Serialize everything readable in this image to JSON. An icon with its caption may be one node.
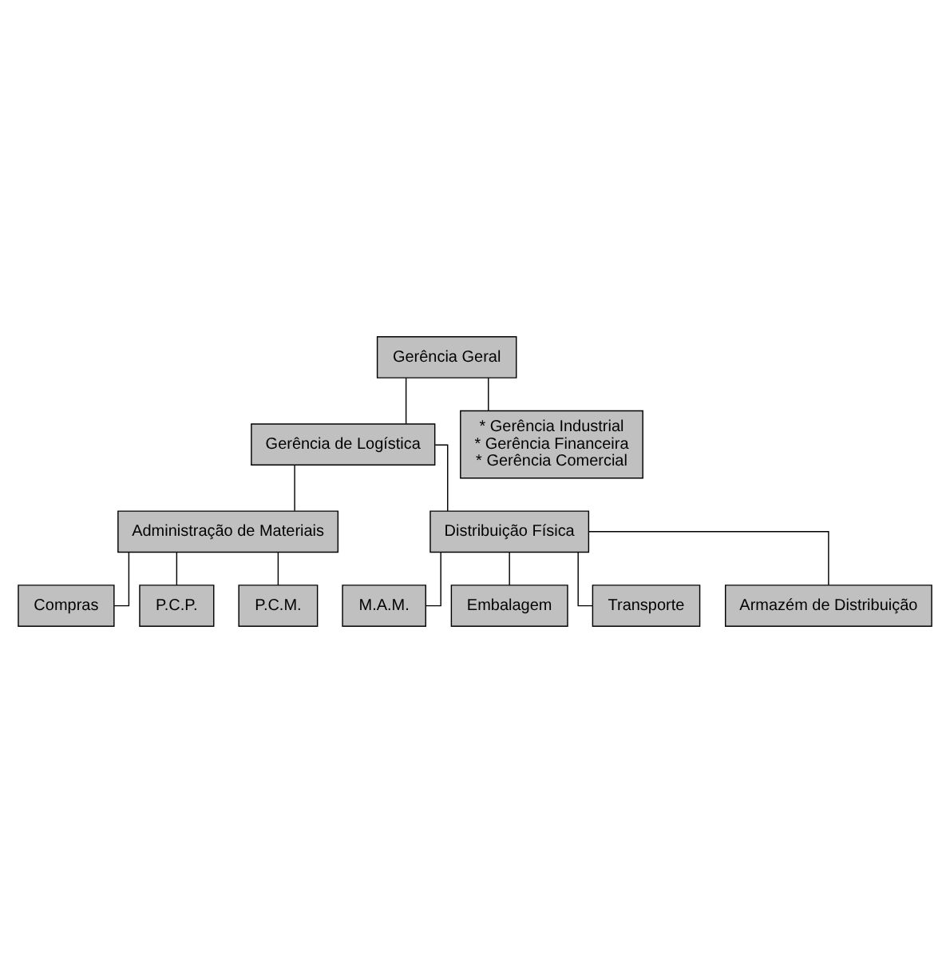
{
  "diagram": {
    "nodes": [
      {
        "text": [
          "Gerência Geral"
        ]
      },
      {
        "text": [
          "Gerência de Logística"
        ]
      },
      {
        "text": [
          "* Gerência Industrial",
          "* Gerência Financeira",
          "* Gerência Comercial"
        ]
      },
      {
        "text": [
          "Administração de Materiais"
        ]
      },
      {
        "text": [
          "Distribuição Física"
        ]
      },
      {
        "text": [
          "Compras"
        ]
      },
      {
        "text": [
          "P.C.P."
        ]
      },
      {
        "text": [
          "P.C.M."
        ]
      },
      {
        "text": [
          "M.A.M."
        ]
      },
      {
        "text": [
          "Embalagem"
        ]
      },
      {
        "text": [
          "Transporte"
        ]
      },
      {
        "text": [
          "Armazém de Distribuição"
        ]
      }
    ],
    "edges": [
      {
        "from": 0,
        "to": 1,
        "arrow": "none"
      },
      {
        "from": 0,
        "to": 2,
        "arrow": "none"
      },
      {
        "from": 1,
        "to": 3,
        "arrow": "none"
      },
      {
        "from": 1,
        "to": 4,
        "arrow": "none"
      },
      {
        "from": 3,
        "to": 5,
        "arrow": "none"
      },
      {
        "from": 3,
        "to": 6,
        "arrow": "none"
      },
      {
        "from": 3,
        "to": 7,
        "arrow": "none"
      },
      {
        "from": 4,
        "to": 8,
        "arrow": "none"
      },
      {
        "from": 4,
        "to": 9,
        "arrow": "none"
      },
      {
        "from": 4,
        "to": 10,
        "arrow": "none"
      },
      {
        "from": 4,
        "to": 11,
        "arrow": "none"
      }
    ]
  }
}
